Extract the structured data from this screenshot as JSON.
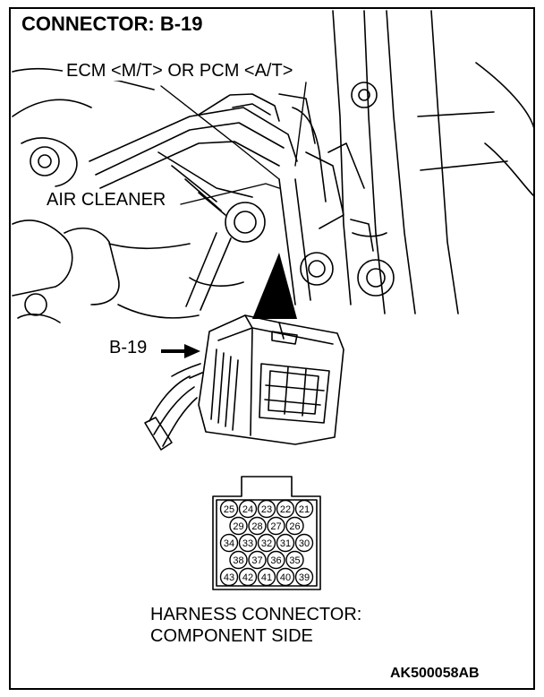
{
  "labels": {
    "title": "CONNECTOR: B-19",
    "ecm": "ECM <M/T> OR PCM <A/T>",
    "air_cleaner": "AIR CLEANER",
    "connector_callout": "B-19",
    "harness_line1": "HARNESS CONNECTOR:",
    "harness_line2": "COMPONENT SIDE",
    "figure_code": "AK500058AB"
  },
  "connector_pins": {
    "rows": [
      [
        "25",
        "24",
        "23",
        "22",
        "21"
      ],
      [
        "29",
        "28",
        "27",
        "26"
      ],
      [
        "34",
        "33",
        "32",
        "31",
        "30"
      ],
      [
        "38",
        "37",
        "36",
        "35"
      ],
      [
        "43",
        "42",
        "41",
        "40",
        "39"
      ]
    ]
  }
}
